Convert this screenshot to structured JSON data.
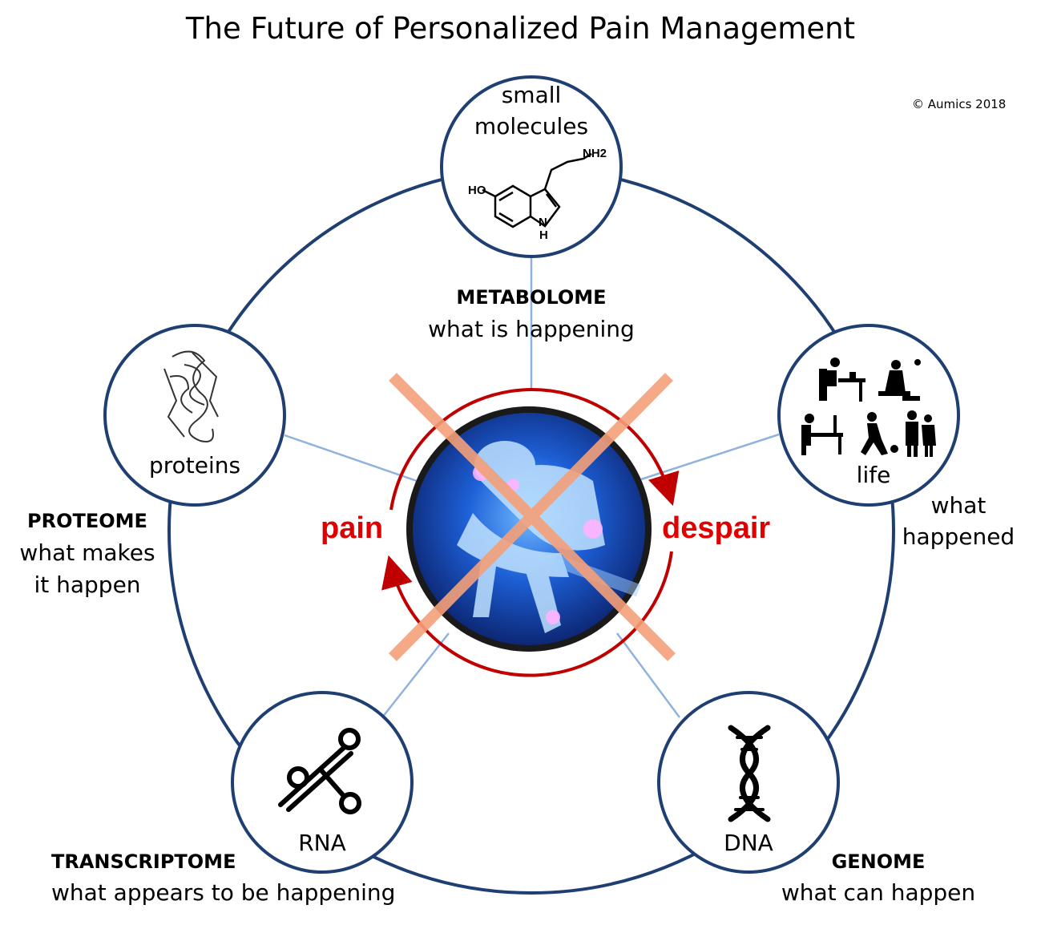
{
  "title": "The Future of Personalized Pain Management",
  "copyright": "© Aumics 2018",
  "colors": {
    "ring": "#1f3f73",
    "spoke": "#8fb3dd",
    "arrow": "#c00000",
    "cross": "#f4a07a",
    "accent_text": "#e00000"
  },
  "center": {
    "left_label": "pain",
    "right_label": "despair",
    "image_icon": "pain-figure-icon"
  },
  "nodes": {
    "small_molecules": {
      "label_line1": "small",
      "label_line2": "molecules",
      "icon": "serotonin-molecule-icon",
      "mol_ho": "HO",
      "mol_nh2": "NH2",
      "mol_h": "H",
      "mol_n": "N"
    },
    "proteins": {
      "label": "proteins",
      "icon": "protein-structure-icon"
    },
    "life": {
      "label": "life",
      "icon": "daily-life-icons"
    },
    "rna": {
      "label": "RNA",
      "icon": "rna-icon"
    },
    "dna": {
      "label": "DNA",
      "icon": "dna-helix-icon"
    }
  },
  "omics": {
    "metabolome": {
      "name": "METABOLOME",
      "desc": "what is happening"
    },
    "proteome": {
      "name": "PROTEOME",
      "desc_line1": "what makes",
      "desc_line2": "it happen"
    },
    "life": {
      "desc_line1": "what",
      "desc_line2": "happened"
    },
    "transcriptome": {
      "name": "TRANSCRIPTOME",
      "desc": "what appears to be happening"
    },
    "genome": {
      "name": "GENOME",
      "desc": "what can happen"
    }
  }
}
